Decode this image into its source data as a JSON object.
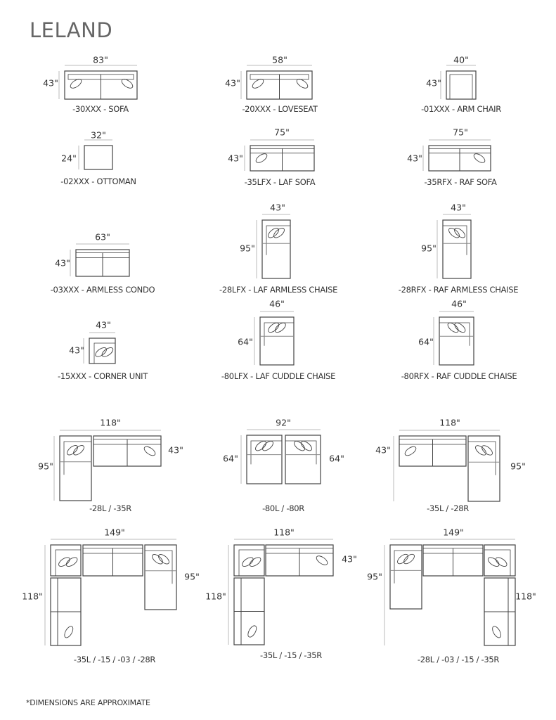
{
  "title": "LELAND",
  "footnote": "*DIMENSIONS ARE APPROXIMATE",
  "items": [
    {
      "label": "-30XXX - SOFA",
      "width": "83\"",
      "depth": "43\""
    },
    {
      "label": "-20XXX  - LOVESEAT",
      "width": "58\"",
      "depth": "43\""
    },
    {
      "label": "-01XXX - ARM CHAIR",
      "width": "40\"",
      "depth": "43\""
    },
    {
      "label": "-02XXX - OTTOMAN",
      "width": "32\"",
      "depth": "24\""
    },
    {
      "label": "-35LFX - LAF SOFA",
      "width": "75\"",
      "depth": "43\""
    },
    {
      "label": "-35RFX - RAF SOFA",
      "width": "75\"",
      "depth": "43\""
    },
    {
      "label": "-03XXX - ARMLESS CONDO",
      "width": "63\"",
      "depth": "43\""
    },
    {
      "label": "-28LFX - LAF ARMLESS CHAISE",
      "width": "43\"",
      "depth": "95\""
    },
    {
      "label": "-28RFX - RAF ARMLESS CHAISE",
      "width": "43\"",
      "depth": "95\""
    },
    {
      "label": "-15XXX - CORNER UNIT",
      "width": "43\"",
      "depth": "43\""
    },
    {
      "label": "-80LFX - LAF CUDDLE CHAISE",
      "width": "46\"",
      "depth": "64\""
    },
    {
      "label": "-80RFX - RAF CUDDLE CHAISE",
      "width": "46\"",
      "depth": "64\""
    },
    {
      "label": "-28L / -35R",
      "width": "118\"",
      "depth": "95\"",
      "depth2": "43\""
    },
    {
      "label": "-80L / -80R",
      "width": "92\"",
      "depth": "64\"",
      "depth2": "64\""
    },
    {
      "label": "-35L / -28R",
      "width": "118\"",
      "depth": "43\"",
      "depth2": "95\""
    },
    {
      "label": "-35L / -15 / -03 / -28R",
      "width": "149\"",
      "depth": "118\"",
      "depth2": "95\""
    },
    {
      "label": "-35L / -15 / -35R",
      "width": "118\"",
      "depth": "118\"",
      "depth2": "43\""
    },
    {
      "label": "-28L / -03 / -15 / -35R",
      "width": "149\"",
      "depth": "95\"",
      "depth2": "118\""
    }
  ]
}
